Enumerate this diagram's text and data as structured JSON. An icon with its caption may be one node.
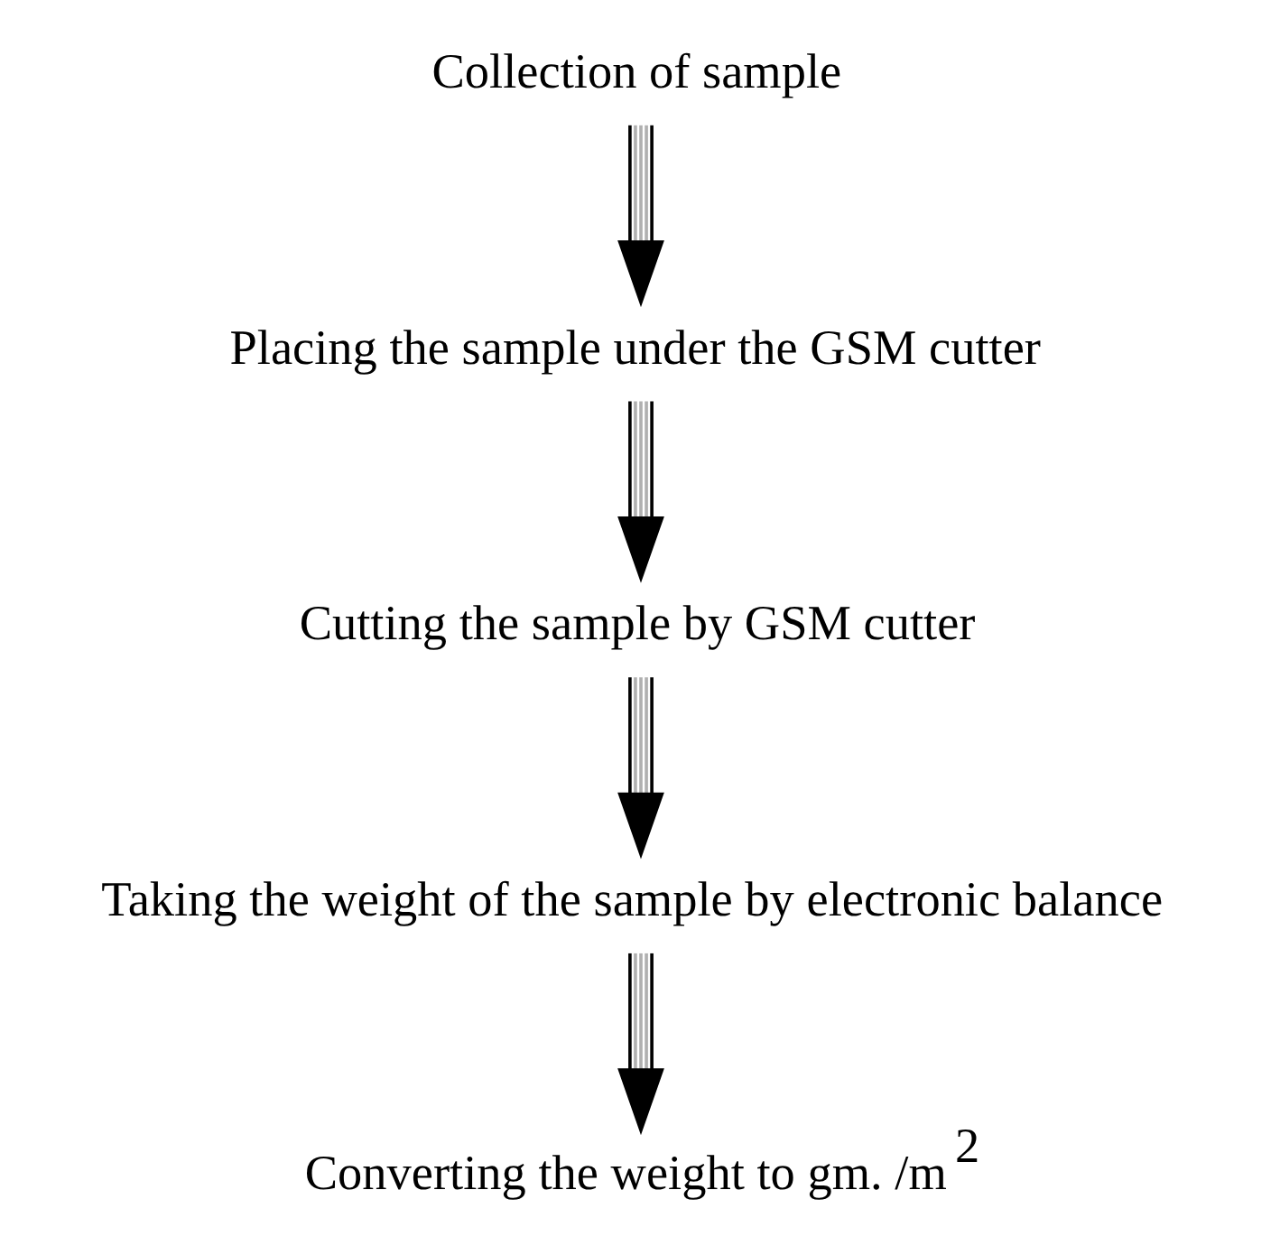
{
  "diagram": {
    "nodes": [
      {
        "text": [
          "Collection of sample"
        ]
      },
      {
        "text": [
          "Placing the sample under the GSM cutter"
        ]
      },
      {
        "text": [
          "Cutting the sample by GSM cutter"
        ]
      },
      {
        "text": [
          "Taking the weight of the sample by electronic balance"
        ]
      },
      {
        "text": [
          "Converting the weight to gm. /m$^{2}$"
        ]
      }
    ],
    "edges": [
      {
        "from": 0,
        "to": 1,
        "arrow": "to"
      },
      {
        "from": 1,
        "to": 2,
        "arrow": "to"
      },
      {
        "from": 2,
        "to": 3,
        "arrow": "to"
      },
      {
        "from": 3,
        "to": 4,
        "arrow": "to"
      }
    ]
  }
}
